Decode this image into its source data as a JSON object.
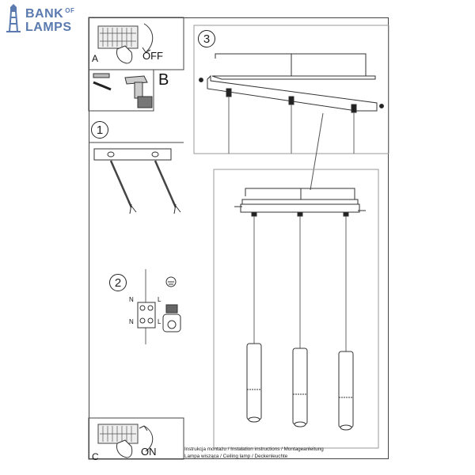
{
  "logo": {
    "line1": "BANK",
    "of": "OF",
    "line2": "LAMPS",
    "color": "#5a7ab0"
  },
  "steps": {
    "a_label": "A",
    "a_action": "OFF",
    "b_label": "B",
    "c_label": "C",
    "c_action": "ON",
    "step1": "1",
    "step2": "2",
    "step3": "3"
  },
  "wiring": {
    "n": "N",
    "l": "L"
  },
  "footer": {
    "line1": "Instrukcja montażu / Instalation instructions / Montageanleitung",
    "line2": "Lampa wisząca / Ceiling lamp / Deckenleuchte"
  }
}
